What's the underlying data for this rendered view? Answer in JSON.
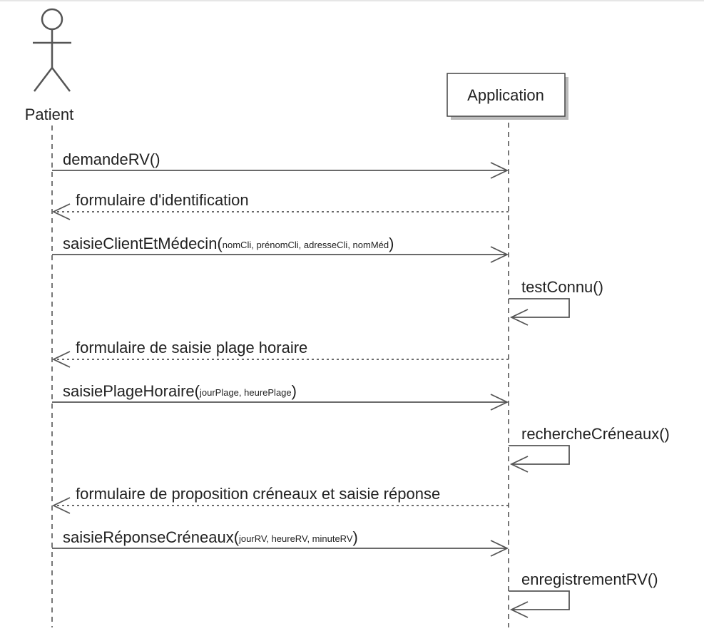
{
  "diagram": {
    "participants": {
      "patient": {
        "name": "Patient",
        "kind": "actor"
      },
      "application": {
        "name": "Application",
        "kind": "participant"
      }
    },
    "messages": [
      {
        "id": "m1",
        "from": "patient",
        "to": "application",
        "style": "sync",
        "label": "demandeRV()"
      },
      {
        "id": "m2",
        "from": "application",
        "to": "patient",
        "style": "reply",
        "label": "formulaire d'identification"
      },
      {
        "id": "m3",
        "from": "patient",
        "to": "application",
        "style": "sync",
        "label": "saisieClientEtMédecin(",
        "params": "nomCli, prénomCli, adresseCli, nomMéd",
        "close": ")"
      },
      {
        "id": "m4",
        "from": "application",
        "to": "application",
        "style": "self",
        "label": "testConnu()"
      },
      {
        "id": "m5",
        "from": "application",
        "to": "patient",
        "style": "reply",
        "label": "formulaire de saisie plage horaire"
      },
      {
        "id": "m6",
        "from": "patient",
        "to": "application",
        "style": "sync",
        "label": "saisiePlageHoraire(",
        "params": "jourPlage, heurePlage",
        "close": ")"
      },
      {
        "id": "m7",
        "from": "application",
        "to": "application",
        "style": "self",
        "label": "rechercheCréneaux()"
      },
      {
        "id": "m8",
        "from": "application",
        "to": "patient",
        "style": "reply",
        "label": "formulaire de proposition créneaux et saisie réponse"
      },
      {
        "id": "m9",
        "from": "patient",
        "to": "application",
        "style": "sync",
        "label": "saisieRéponseCréneaux(",
        "params": "jourRV, heureRV, minuteRV",
        "close": ")"
      },
      {
        "id": "m10",
        "from": "application",
        "to": "application",
        "style": "self",
        "label": "enregistrementRV()"
      }
    ]
  },
  "colors": {
    "line": "#555555",
    "text": "#222222",
    "box_border": "#444444",
    "box_fill": "#ffffff",
    "shadow": "#bbbbbb"
  }
}
